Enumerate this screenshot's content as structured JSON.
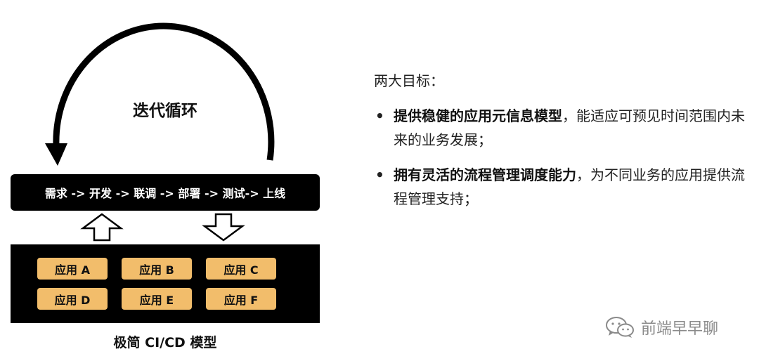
{
  "cycle_label": "迭代循环",
  "flow": {
    "steps": "需求 -> 开发 -> 联调 -> 部署 -> 测试-> 上线"
  },
  "apps": [
    {
      "label": "应用 A"
    },
    {
      "label": "应用 B"
    },
    {
      "label": "应用 C"
    },
    {
      "label": "应用 D"
    },
    {
      "label": "应用 E"
    },
    {
      "label": "应用 F"
    }
  ],
  "caption": "极简 CI/CD 模型",
  "goals": {
    "title": "两大目标：",
    "items": [
      {
        "bullet": "•",
        "strong": "提供稳健的应用元信息模型",
        "rest": "，能适应可预见时间范围内未来的业务发展；"
      },
      {
        "bullet": "•",
        "strong": "拥有灵活的流程管理调度能力",
        "rest": "，为不同业务的应用提供流程管理支持；"
      }
    ]
  },
  "watermark": {
    "text": "前端早早聊",
    "icon": "wechat-icon"
  },
  "colors": {
    "app_tile": "#f2bd6b",
    "panel": "#000000",
    "watermark": "#8a8a8a"
  }
}
